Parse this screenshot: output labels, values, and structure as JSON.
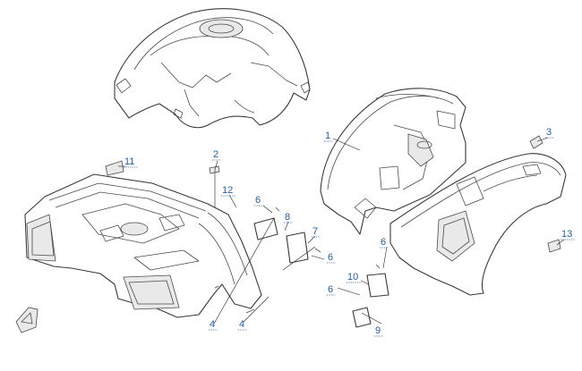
{
  "accent_color": "#1f5fa8",
  "callouts": [
    {
      "id": "callout-1",
      "label": "1"
    },
    {
      "id": "callout-2",
      "label": "2"
    },
    {
      "id": "callout-3",
      "label": "3"
    },
    {
      "id": "callout-4a",
      "label": "4"
    },
    {
      "id": "callout-4b",
      "label": "4"
    },
    {
      "id": "callout-6a",
      "label": "6"
    },
    {
      "id": "callout-6b",
      "label": "6"
    },
    {
      "id": "callout-6c",
      "label": "6"
    },
    {
      "id": "callout-6d",
      "label": "6"
    },
    {
      "id": "callout-7",
      "label": "7"
    },
    {
      "id": "callout-8",
      "label": "8"
    },
    {
      "id": "callout-9",
      "label": "9"
    },
    {
      "id": "callout-10",
      "label": "10"
    },
    {
      "id": "callout-11",
      "label": "11"
    },
    {
      "id": "callout-12",
      "label": "12"
    },
    {
      "id": "callout-13",
      "label": "13"
    }
  ]
}
